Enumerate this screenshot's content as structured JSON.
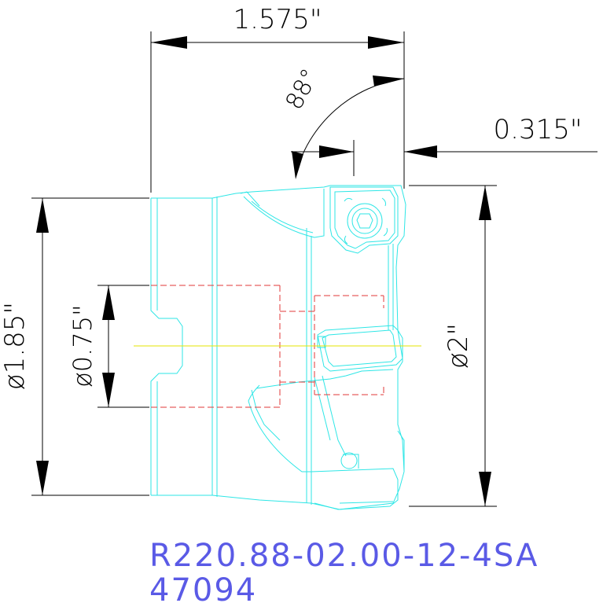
{
  "dimensions": {
    "overall_length": "1.575\"",
    "angle": "88°",
    "depth": "0.315\"",
    "bore_outer": "ø1.85\"",
    "bore_inner": "ø0.75\"",
    "cutting_dia": "ø2\""
  },
  "part": {
    "number": "R220.88-02.00-12-4SA",
    "id": "47094"
  },
  "colors": {
    "body": "#2ee6e6",
    "hidden": "#e03a3a",
    "centerline": "#e6e600",
    "dimension": "#000000",
    "label": "#5a5ae6"
  }
}
